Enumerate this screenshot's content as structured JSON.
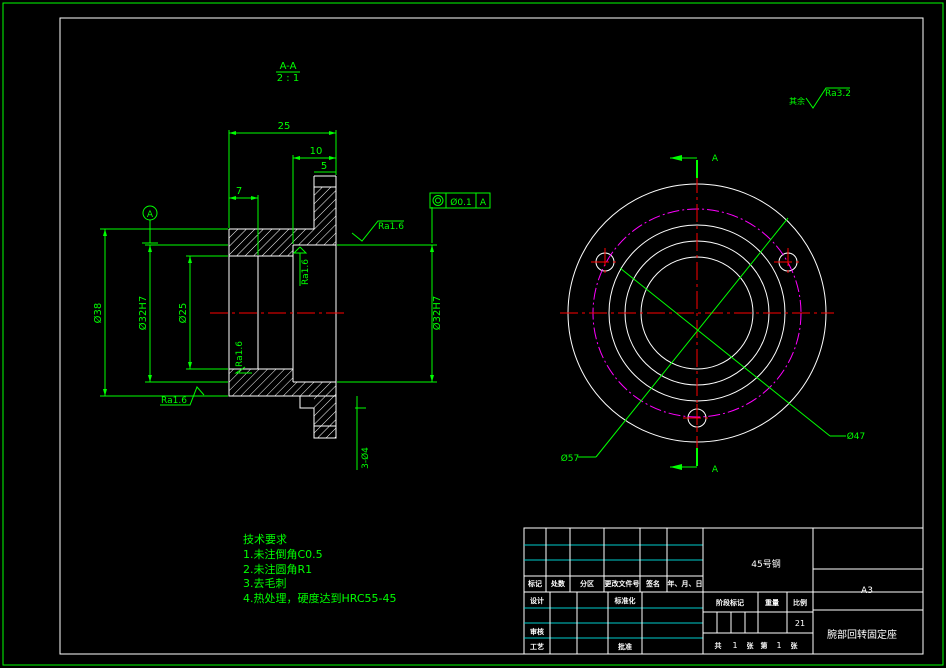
{
  "section": {
    "title": "A-A",
    "scale": "2 : 1"
  },
  "dims": {
    "d25": "25",
    "d10": "10",
    "d7": "7",
    "d5": "5",
    "d38": "Ø38",
    "d32h7_left": "Ø32H7",
    "d25b": "Ø25",
    "d32h7_right": "Ø32H7",
    "d57": "Ø57",
    "d47": "Ø47",
    "groove": "3-Ø4"
  },
  "roughness": {
    "ra16_top": "Ra1.6",
    "ra16_vert": "Ra1.6",
    "ra16_bore": "Ra1.6",
    "ra16_bottom": "Ra1.6",
    "rest_label": "其余",
    "rest_value": "Ra3.2"
  },
  "datum": {
    "label": "A"
  },
  "tolerance": {
    "value": "Ø0.1",
    "datum": "A"
  },
  "cut_labels": {
    "top": "A",
    "bottom": "A"
  },
  "notes": {
    "title": "技术要求",
    "items": [
      "1.未注倒角C0.5",
      "2.未注圆角R1",
      "3.去毛刺",
      "4.热处理，硬度达到HRC55-45"
    ]
  },
  "title_block": {
    "material": "45号钢",
    "size": "A3",
    "part_name": "腕部回转固定座",
    "scale_value": "21",
    "headers": [
      "标记",
      "处数",
      "分区",
      "更改文件号",
      "签名",
      "年、月、日"
    ],
    "design": "设计",
    "standard": "标准化",
    "stage": "阶段标记",
    "weight": "重量",
    "ratio": "比例",
    "review": "审核",
    "process": "工艺",
    "approve": "批准",
    "total": "共",
    "total_n": "1",
    "sheets": "张",
    "sheet_no": "第",
    "sheet_n": "1",
    "sheet_unit": "张"
  }
}
